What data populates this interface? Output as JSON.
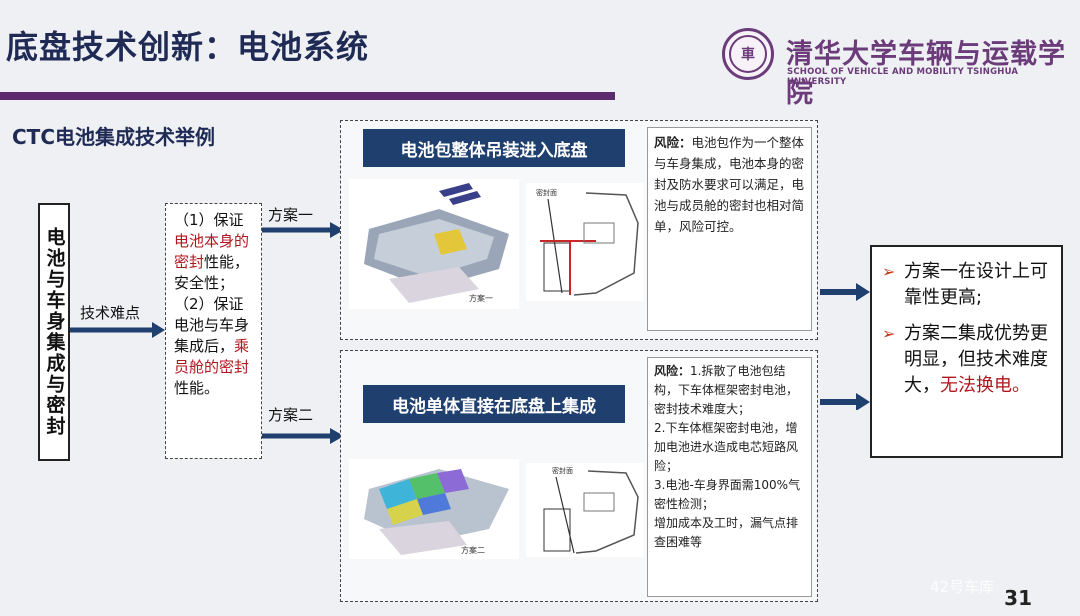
{
  "header": {
    "title": "底盘技术创新：电池系统",
    "logo_cn": "清华大学车辆与运载学院",
    "logo_en": "SCHOOL OF VEHICLE AND MOBILITY TSINGHUA UNIVERSITY",
    "logo_seal_text": "車"
  },
  "subtitle": "CTC电池集成技术举例",
  "left_box": "电池与车身集成与密封",
  "difficulty_label": "技术难点",
  "difficulty": {
    "p1_a": "（1）保证",
    "p1_red": "电池本身的密封",
    "p1_b": "性能，安全性；",
    "p2_a": "（2）保证电池与车身集成后，",
    "p2_red": "乘员舱的密封",
    "p2_b": "性能。"
  },
  "scheme1": {
    "label": "方案一",
    "title": "电池包整体吊装进入底盘",
    "diagram_label": "方案一",
    "seal_label": "密封面",
    "risk_head": "风险：",
    "risk_text": "电池包作为一个整体与车身集成，电池本身的密封及防水要求可以满足，电池与成员舱的密封也相对简单，风险可控。"
  },
  "scheme2": {
    "label": "方案二",
    "title": "电池单体直接在底盘上集成",
    "diagram_label": "方案二",
    "seal_label": "密封面",
    "risk_head": "风险：",
    "risk_1": "1.拆散了电池包结构，下车体框架密封电池，密封技术难度大；",
    "risk_2": "2.下车体框架密封电池，增加电池进水造成电芯短路风险；",
    "risk_3a": "3.电池-车身界面需100%气密性检测；",
    "risk_3b": "增加成本及工时，漏气点排查困难等"
  },
  "conclusion": {
    "item1": "方案一在设计上可靠性更高;",
    "item2_a": "方案二集成优势更明显，但技术难度大，",
    "item2_red": "无法换电。"
  },
  "page_number": "31",
  "watermark": "42号车库",
  "colors": {
    "navy": "#1f3f6e",
    "purple": "#5d2a6e",
    "red": "#b0171f"
  }
}
